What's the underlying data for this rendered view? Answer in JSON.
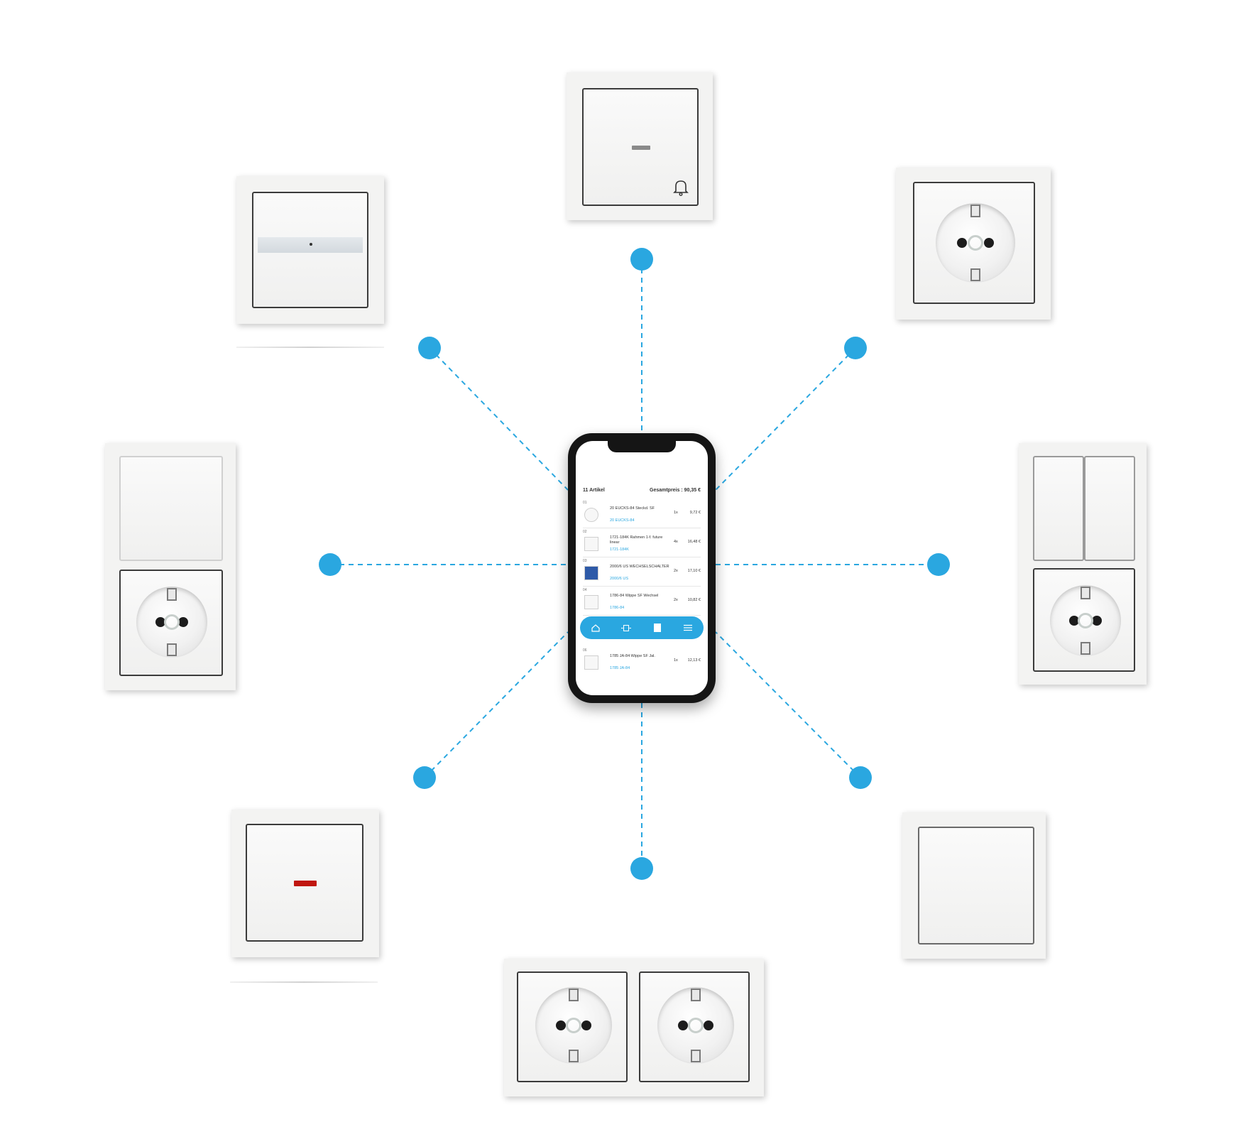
{
  "colors": {
    "accent": "#2aa7e0",
    "frame": "#f3f3f2",
    "rocker_border": "#3b3b3b",
    "indicator_red": "#c0160f"
  },
  "phone": {
    "header": {
      "count": "11 Artikel",
      "total": "Gesamtpreis : 90,35 €"
    },
    "items": [
      {
        "index": "01",
        "name": "20 EUCKS-84 Steckd. SF",
        "sku": "20 EUCKS-84",
        "qty": "1x",
        "price": "9,72 €"
      },
      {
        "index": "02",
        "name": "1721-184K Rahmen 1-f. future linear",
        "sku": "1721-184K",
        "qty": "4x",
        "price": "16,48 €"
      },
      {
        "index": "03",
        "name": "2000/6 US WECHSELSCHALTER",
        "sku": "2000/6 US",
        "qty": "2x",
        "price": "17,10 €"
      },
      {
        "index": "04",
        "name": "1786-84 Wippe SF Wechsel",
        "sku": "1786-84",
        "qty": "2x",
        "price": "10,82 €"
      },
      {
        "index": "06",
        "name": "1785 JA-84 Wippe SF Jal.",
        "sku": "1785 JA-84",
        "qty": "1x",
        "price": "12,13 €"
      }
    ],
    "tabs": [
      "home-icon",
      "scan-icon",
      "cart-icon",
      "menu-icon"
    ]
  }
}
